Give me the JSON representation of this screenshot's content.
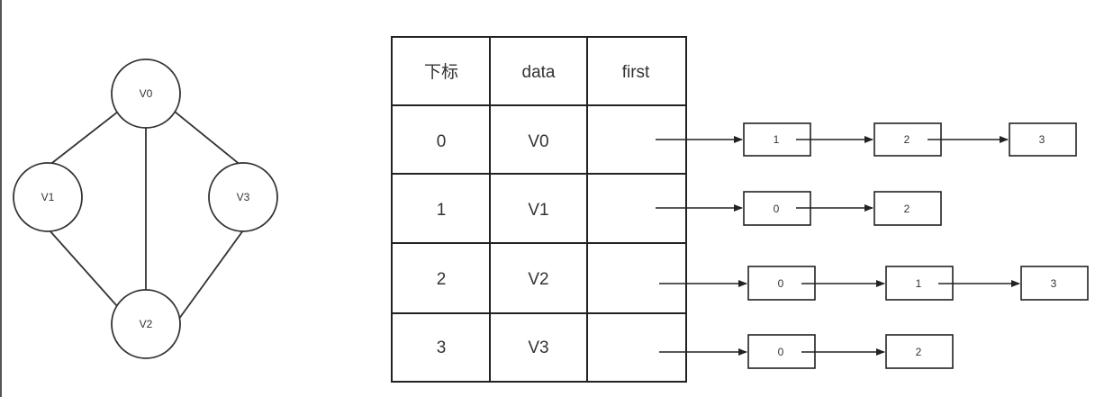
{
  "graph": {
    "nodes": [
      {
        "id": "v0",
        "label": "V0"
      },
      {
        "id": "v1",
        "label": "V1"
      },
      {
        "id": "v2",
        "label": "V2"
      },
      {
        "id": "v3",
        "label": "V3"
      }
    ],
    "edges": [
      [
        "v0",
        "v1"
      ],
      [
        "v0",
        "v2"
      ],
      [
        "v0",
        "v3"
      ],
      [
        "v1",
        "v2"
      ],
      [
        "v2",
        "v3"
      ]
    ]
  },
  "table": {
    "headers": [
      "下标",
      "data",
      "first"
    ],
    "rows": [
      {
        "index": "0",
        "data": "V0",
        "first": ""
      },
      {
        "index": "1",
        "data": "V1",
        "first": ""
      },
      {
        "index": "2",
        "data": "V2",
        "first": ""
      },
      {
        "index": "3",
        "data": "V3",
        "first": ""
      }
    ]
  },
  "adjacency": [
    [
      "1",
      "2",
      "3"
    ],
    [
      "0",
      "2"
    ],
    [
      "0",
      "1",
      "3"
    ],
    [
      "0",
      "2"
    ]
  ]
}
